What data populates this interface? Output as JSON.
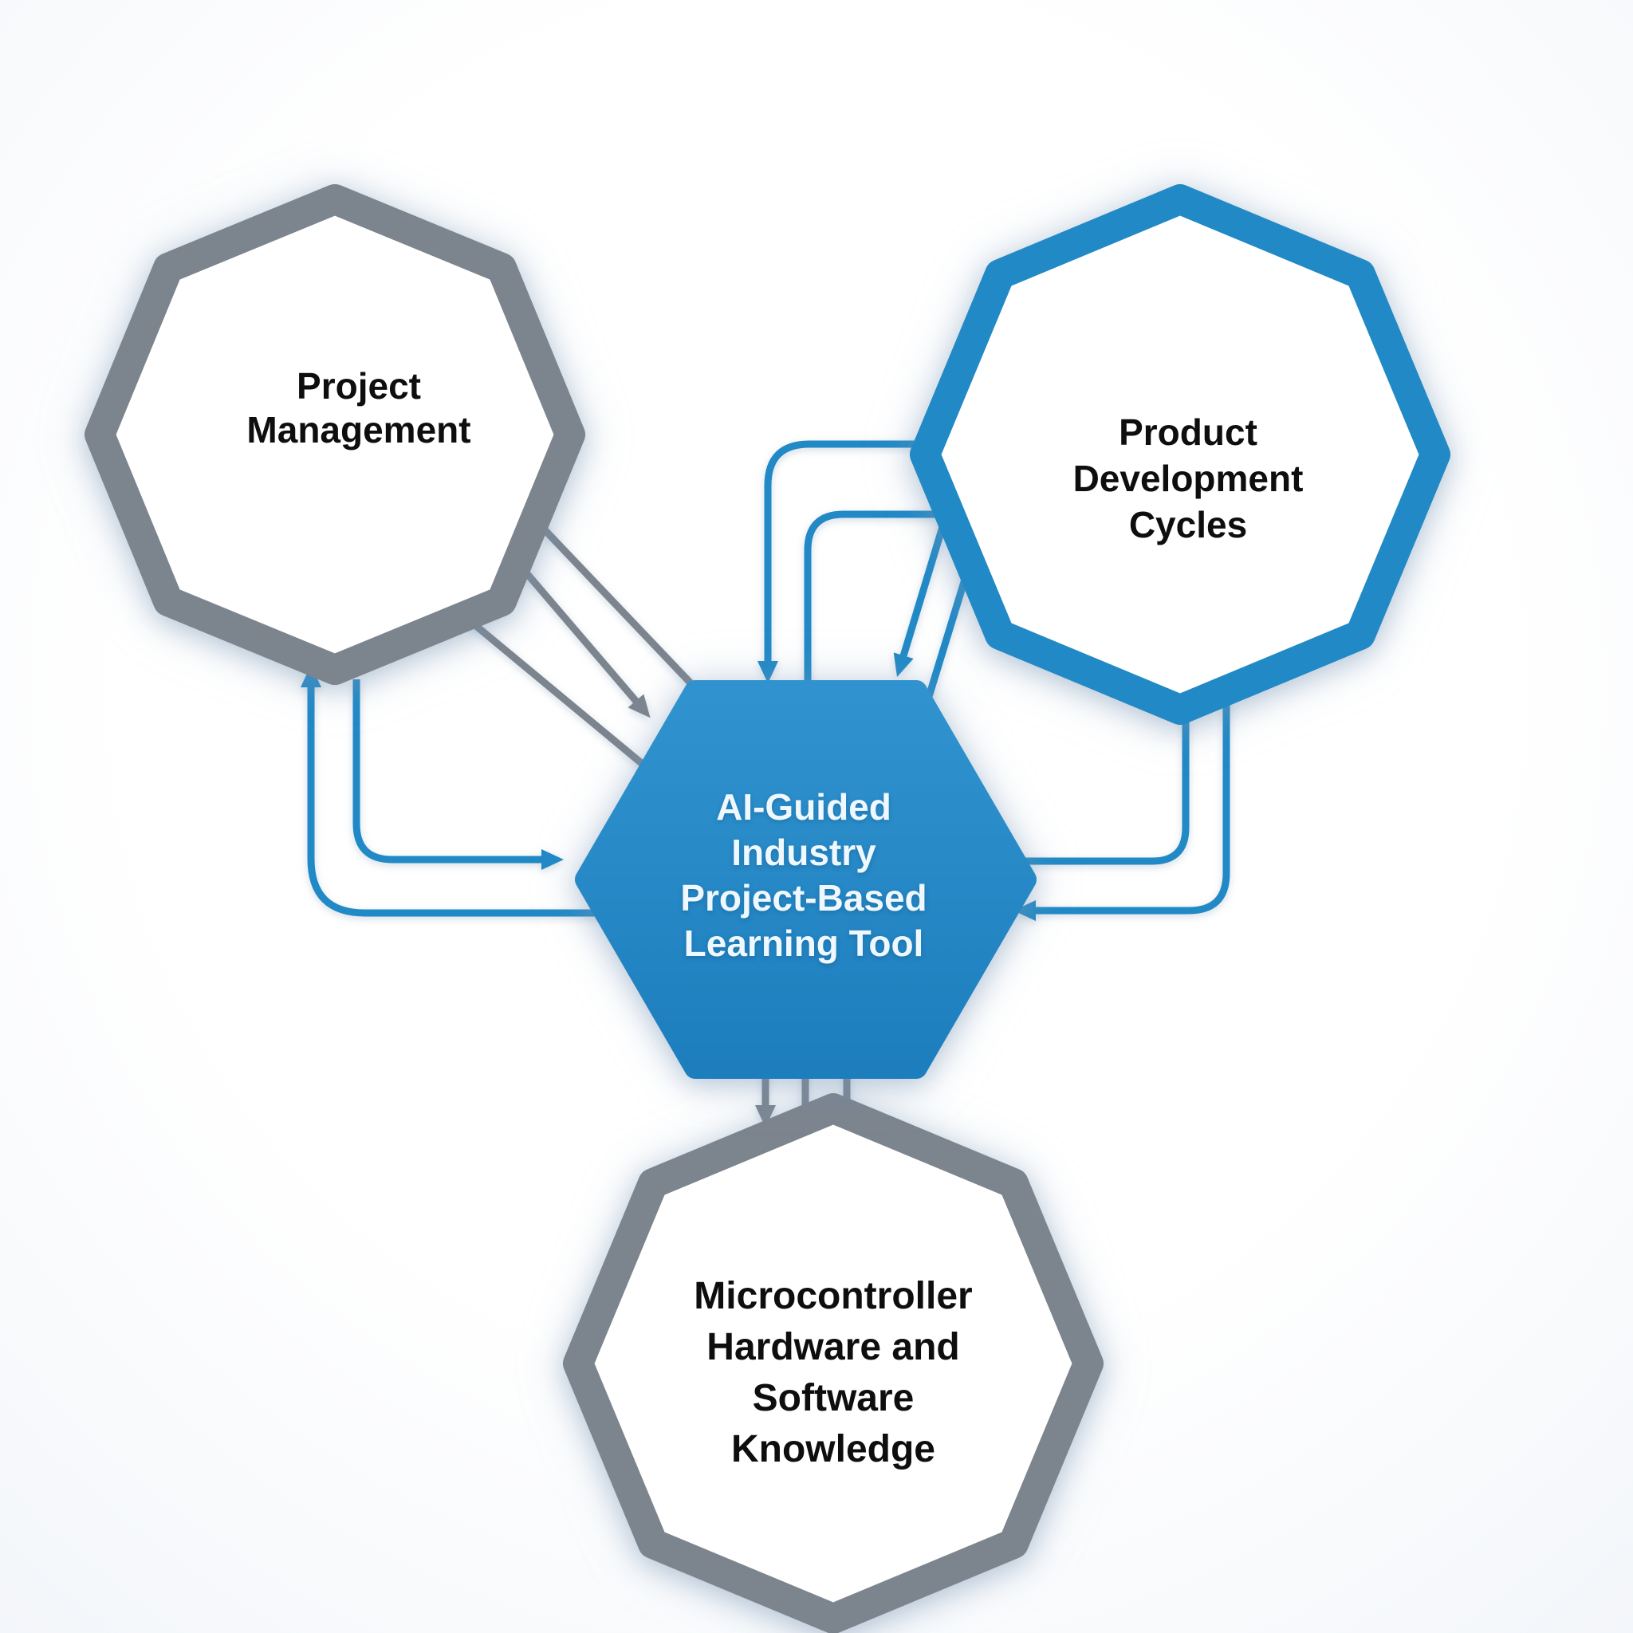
{
  "diagram": {
    "type": "concept-relationship-diagram",
    "nodes": {
      "project_management": {
        "lines": [
          "Project",
          "Management"
        ],
        "shape": "octagon",
        "border": "gray"
      },
      "product_development_cycles": {
        "lines": [
          "Product",
          "Development",
          "Cycles"
        ],
        "shape": "octagon",
        "border": "blue"
      },
      "learning_tool": {
        "lines": [
          "AI-Guided",
          "Industry",
          "Project-Based",
          "Learning Tool"
        ],
        "shape": "hexagon",
        "border": "blue-filled"
      },
      "microcontroller": {
        "lines": [
          "Microcontroller",
          "Hardware and",
          "Software",
          "Knowledge"
        ],
        "shape": "octagon",
        "border": "gray"
      }
    },
    "edges": [
      {
        "from": "project_management",
        "to": "learning_tool",
        "color": "gray",
        "style": "three-parallel-diagonal-lines",
        "arrowheads": 1
      },
      {
        "from": "project_management",
        "to": "learning_tool",
        "color": "blue",
        "style": "elbow-curve-left",
        "arrowheads": 1
      },
      {
        "from": "learning_tool",
        "to": "project_management",
        "color": "blue",
        "style": "elbow-curve-left-outer",
        "arrowheads": 1
      },
      {
        "from": "product_development_cycles",
        "to": "learning_tool",
        "color": "blue",
        "style": "two-elbow-curves-into-top",
        "arrowheads": 1
      },
      {
        "from": "product_development_cycles",
        "to": "learning_tool",
        "color": "blue",
        "style": "two-parallel-diagonal-lines",
        "arrowheads": 1
      },
      {
        "from": "product_development_cycles",
        "to": "learning_tool",
        "color": "blue",
        "style": "elbow-curve-right-outer",
        "arrowheads": 1
      },
      {
        "from": "learning_tool",
        "to": "product_development_cycles",
        "color": "blue",
        "style": "elbow-curve-right-inner",
        "arrowheads": 0
      },
      {
        "from": "learning_tool",
        "to": "microcontroller",
        "color": "gray",
        "style": "three-vertical-lines",
        "arrowheads": 1
      }
    ],
    "colors": {
      "blue": "#2189c6",
      "gray": "#7c848e",
      "hex_fill_top": "#3093cf",
      "hex_fill_bottom": "#1d7ebd",
      "node_fill": "#ffffff",
      "label_text": "#0e0e0e",
      "hex_text": "#eef8fe",
      "background": "#fdfdfe"
    }
  }
}
